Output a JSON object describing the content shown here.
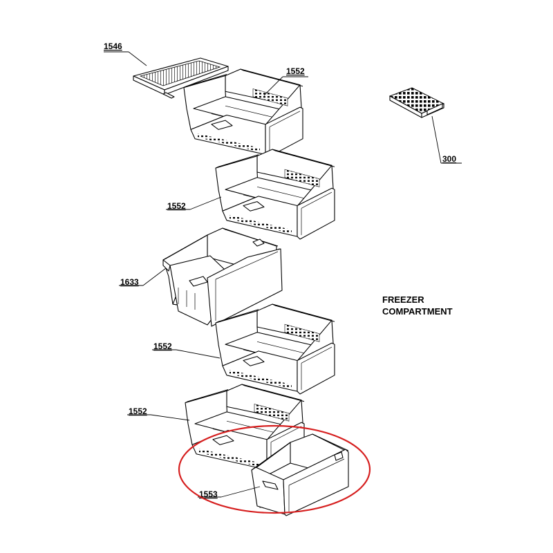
{
  "labels": {
    "shelf_cover": "1546",
    "drawer_top": "1552",
    "ice_tray": "300",
    "drawer_second": "1552",
    "drawer_tall": "1633",
    "drawer_fourth": "1552",
    "drawer_fifth": "1552",
    "drawer_bottom": "1553"
  },
  "caption": {
    "line1": "FREEZER",
    "line2": "COMPARTMENT"
  },
  "colors": {
    "highlight": "#d61f1f",
    "lines": "#000000",
    "background": "#ffffff"
  }
}
